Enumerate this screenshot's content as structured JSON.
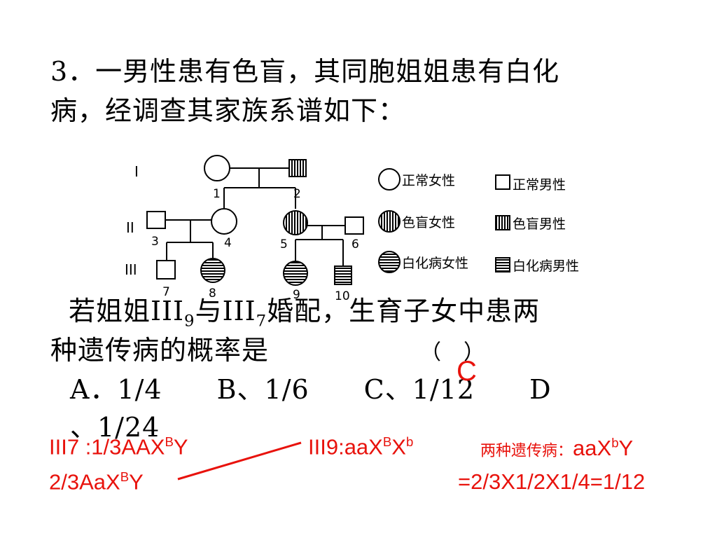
{
  "question": {
    "line1": "3．一男性患有色盲，其同胞姐姐患有白化",
    "line2": "病，经调查其家族系谱如下：",
    "line3_pre": "若姐姐III",
    "line3_sub1": "9",
    "line3_mid": "与III",
    "line3_sub2": "7",
    "line3_post": "婚配，生育子女中患两",
    "line4": "种遗传病的概率是",
    "paren": "（　）",
    "options_line": "A．1/4　　B、1/6　　C、1/12　　D",
    "options_cont": "、1/24"
  },
  "pedigree": {
    "generations": [
      "I",
      "II",
      "III"
    ],
    "numbers": [
      "1",
      "2",
      "3",
      "4",
      "5",
      "6",
      "7",
      "8",
      "9",
      "10"
    ],
    "legend": [
      {
        "label": "正常女性"
      },
      {
        "label": "正常男性"
      },
      {
        "label": "色盲女性"
      },
      {
        "label": "色盲男性"
      },
      {
        "label": "白化病女性"
      },
      {
        "label": "白化病男性"
      }
    ]
  },
  "answer": {
    "letter": "C",
    "iii7_a": "III7 :1/3AAX",
    "iii7_a_sup": "B",
    "iii7_a_end": "Y",
    "iii7_b": "2/3AaX",
    "iii7_b_sup": "B",
    "iii7_b_end": "Y",
    "iii9": "III9:aaX",
    "iii9_sup1": "B",
    "iii9_mid": "X",
    "iii9_sup2": "b",
    "both_label": "两种遗传病：",
    "both_geno": "aaX",
    "both_sup": "b",
    "both_end": "Y",
    "calc": "=2/3X1/2X1/4=1/12"
  },
  "colors": {
    "annotation": "#e8120c",
    "text": "#000000"
  }
}
